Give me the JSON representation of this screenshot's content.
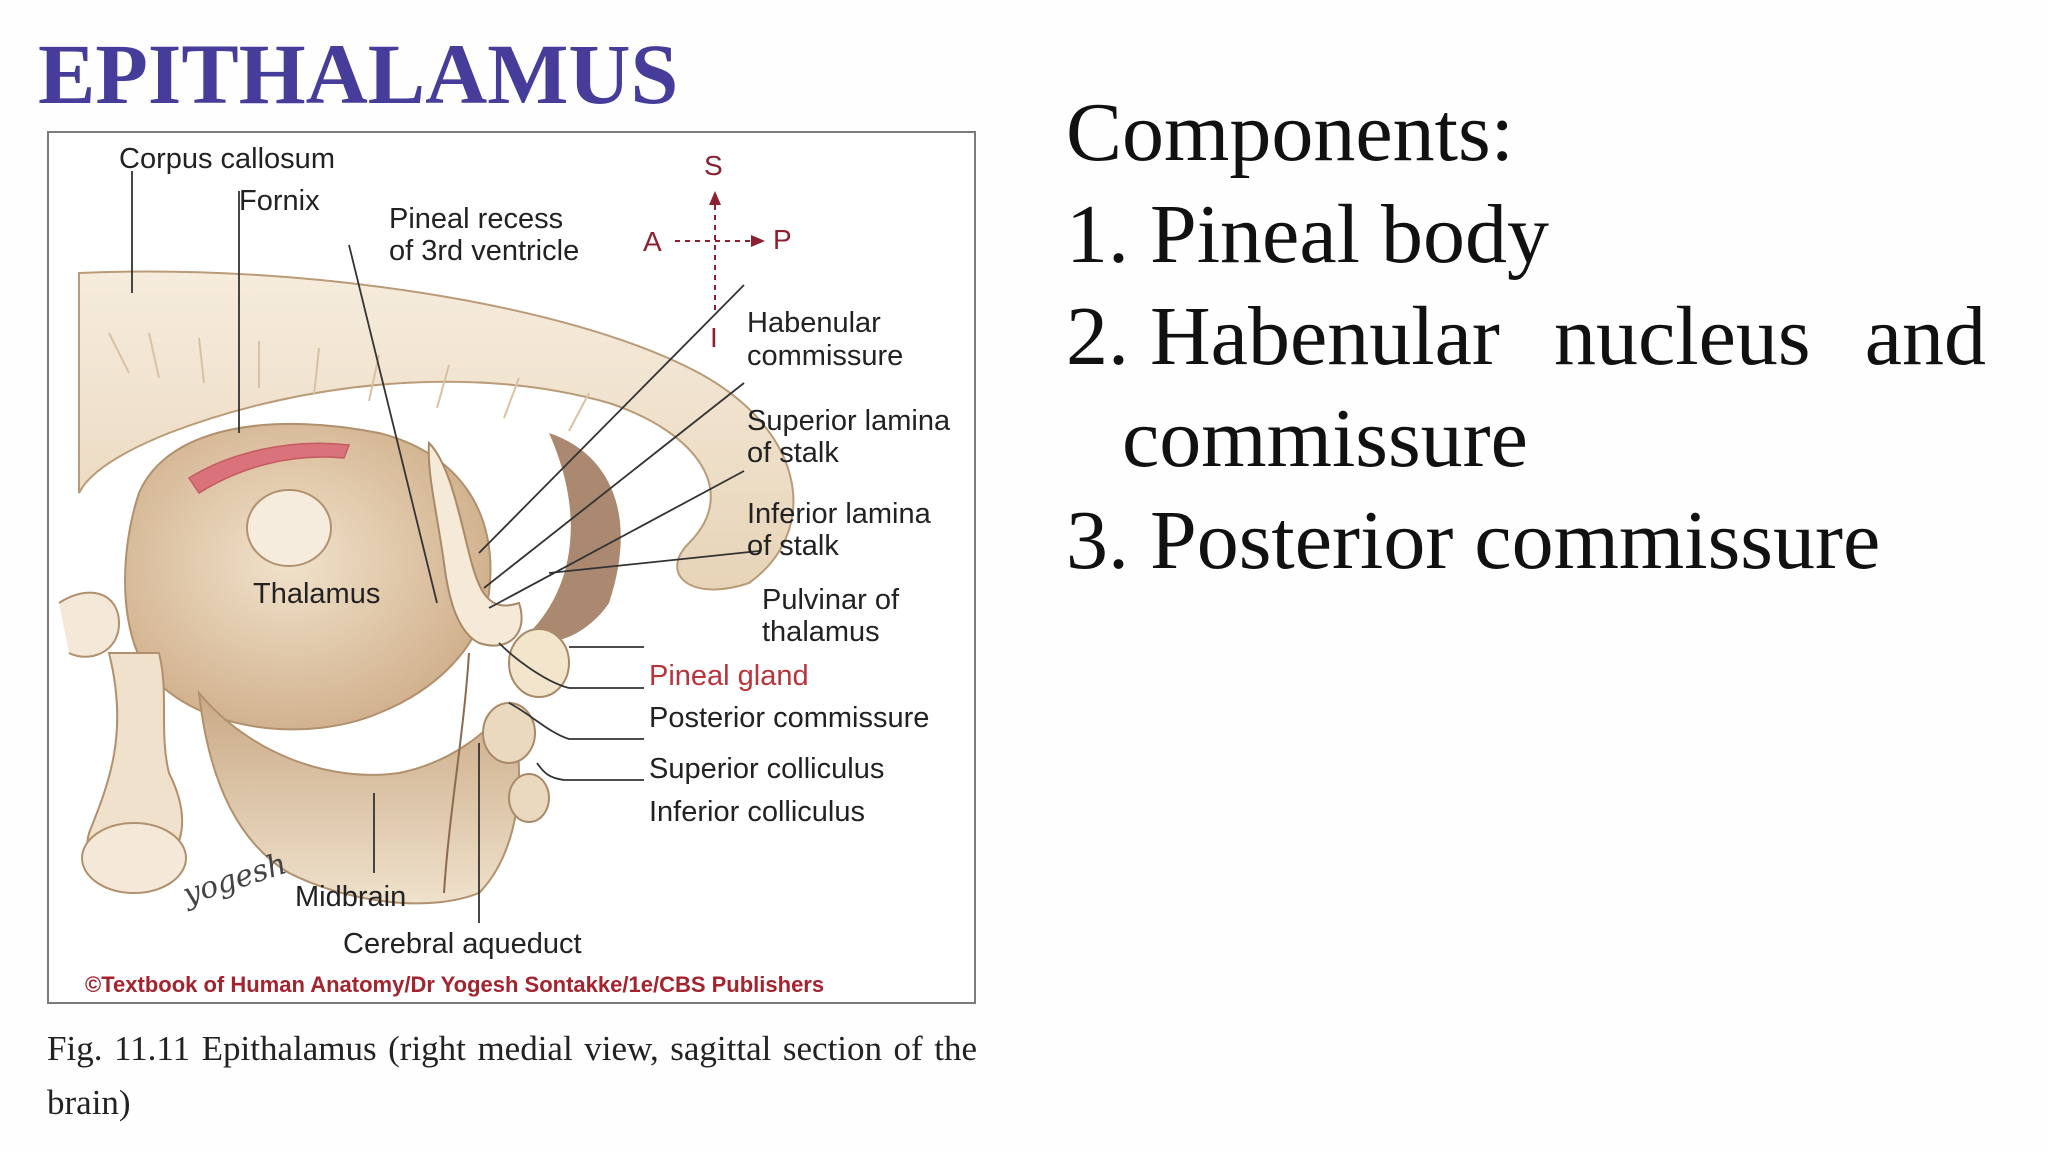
{
  "title": "EPITHALAMUS",
  "figure": {
    "labels": {
      "corpus_callosum": "Corpus callosum",
      "fornix": "Fornix",
      "pineal_recess_1": "Pineal recess",
      "pineal_recess_2": "of 3rd ventricle",
      "habenular_1": "Habenular",
      "habenular_2": "commissure",
      "sup_lamina_1": "Superior lamina",
      "sup_lamina_2": "of stalk",
      "inf_lamina_1": "Inferior lamina",
      "inf_lamina_2": "of stalk",
      "pulvinar_1": "Pulvinar of",
      "pulvinar_2": "thalamus",
      "pineal_gland": "Pineal gland",
      "posterior_commissure": "Posterior commissure",
      "superior_colliculus": "Superior colliculus",
      "inferior_colliculus": "Inferior colliculus",
      "thalamus": "Thalamus",
      "midbrain": "Midbrain",
      "cerebral_aqueduct": "Cerebral aqueduct"
    },
    "orientation": {
      "s": "S",
      "a": "A",
      "p": "P",
      "i": "I"
    },
    "signature": "yogesh",
    "copyright": "©Textbook of Human Anatomy/Dr Yogesh Sontakke/1e/CBS Publishers",
    "colors": {
      "tissue_light": "#f2e6d3",
      "tissue_mid": "#dcc3a1",
      "tissue_dark": "#8b6a4e",
      "fornix_pink": "#d9727a",
      "label_red": "#b8343b"
    }
  },
  "caption": "Fig. 11.11 Epithalamus (right medial view, sagittal section of the brain)",
  "components": {
    "heading": "Components:",
    "item1_num": "1.",
    "item1": "Pineal body",
    "item2_num": "2.",
    "item2_w1": "Habenular",
    "item2_w2": "nucleus",
    "item2_w3": "and",
    "item2_line2": "commissure",
    "item3_num": "3.",
    "item3": "Posterior commissure"
  }
}
